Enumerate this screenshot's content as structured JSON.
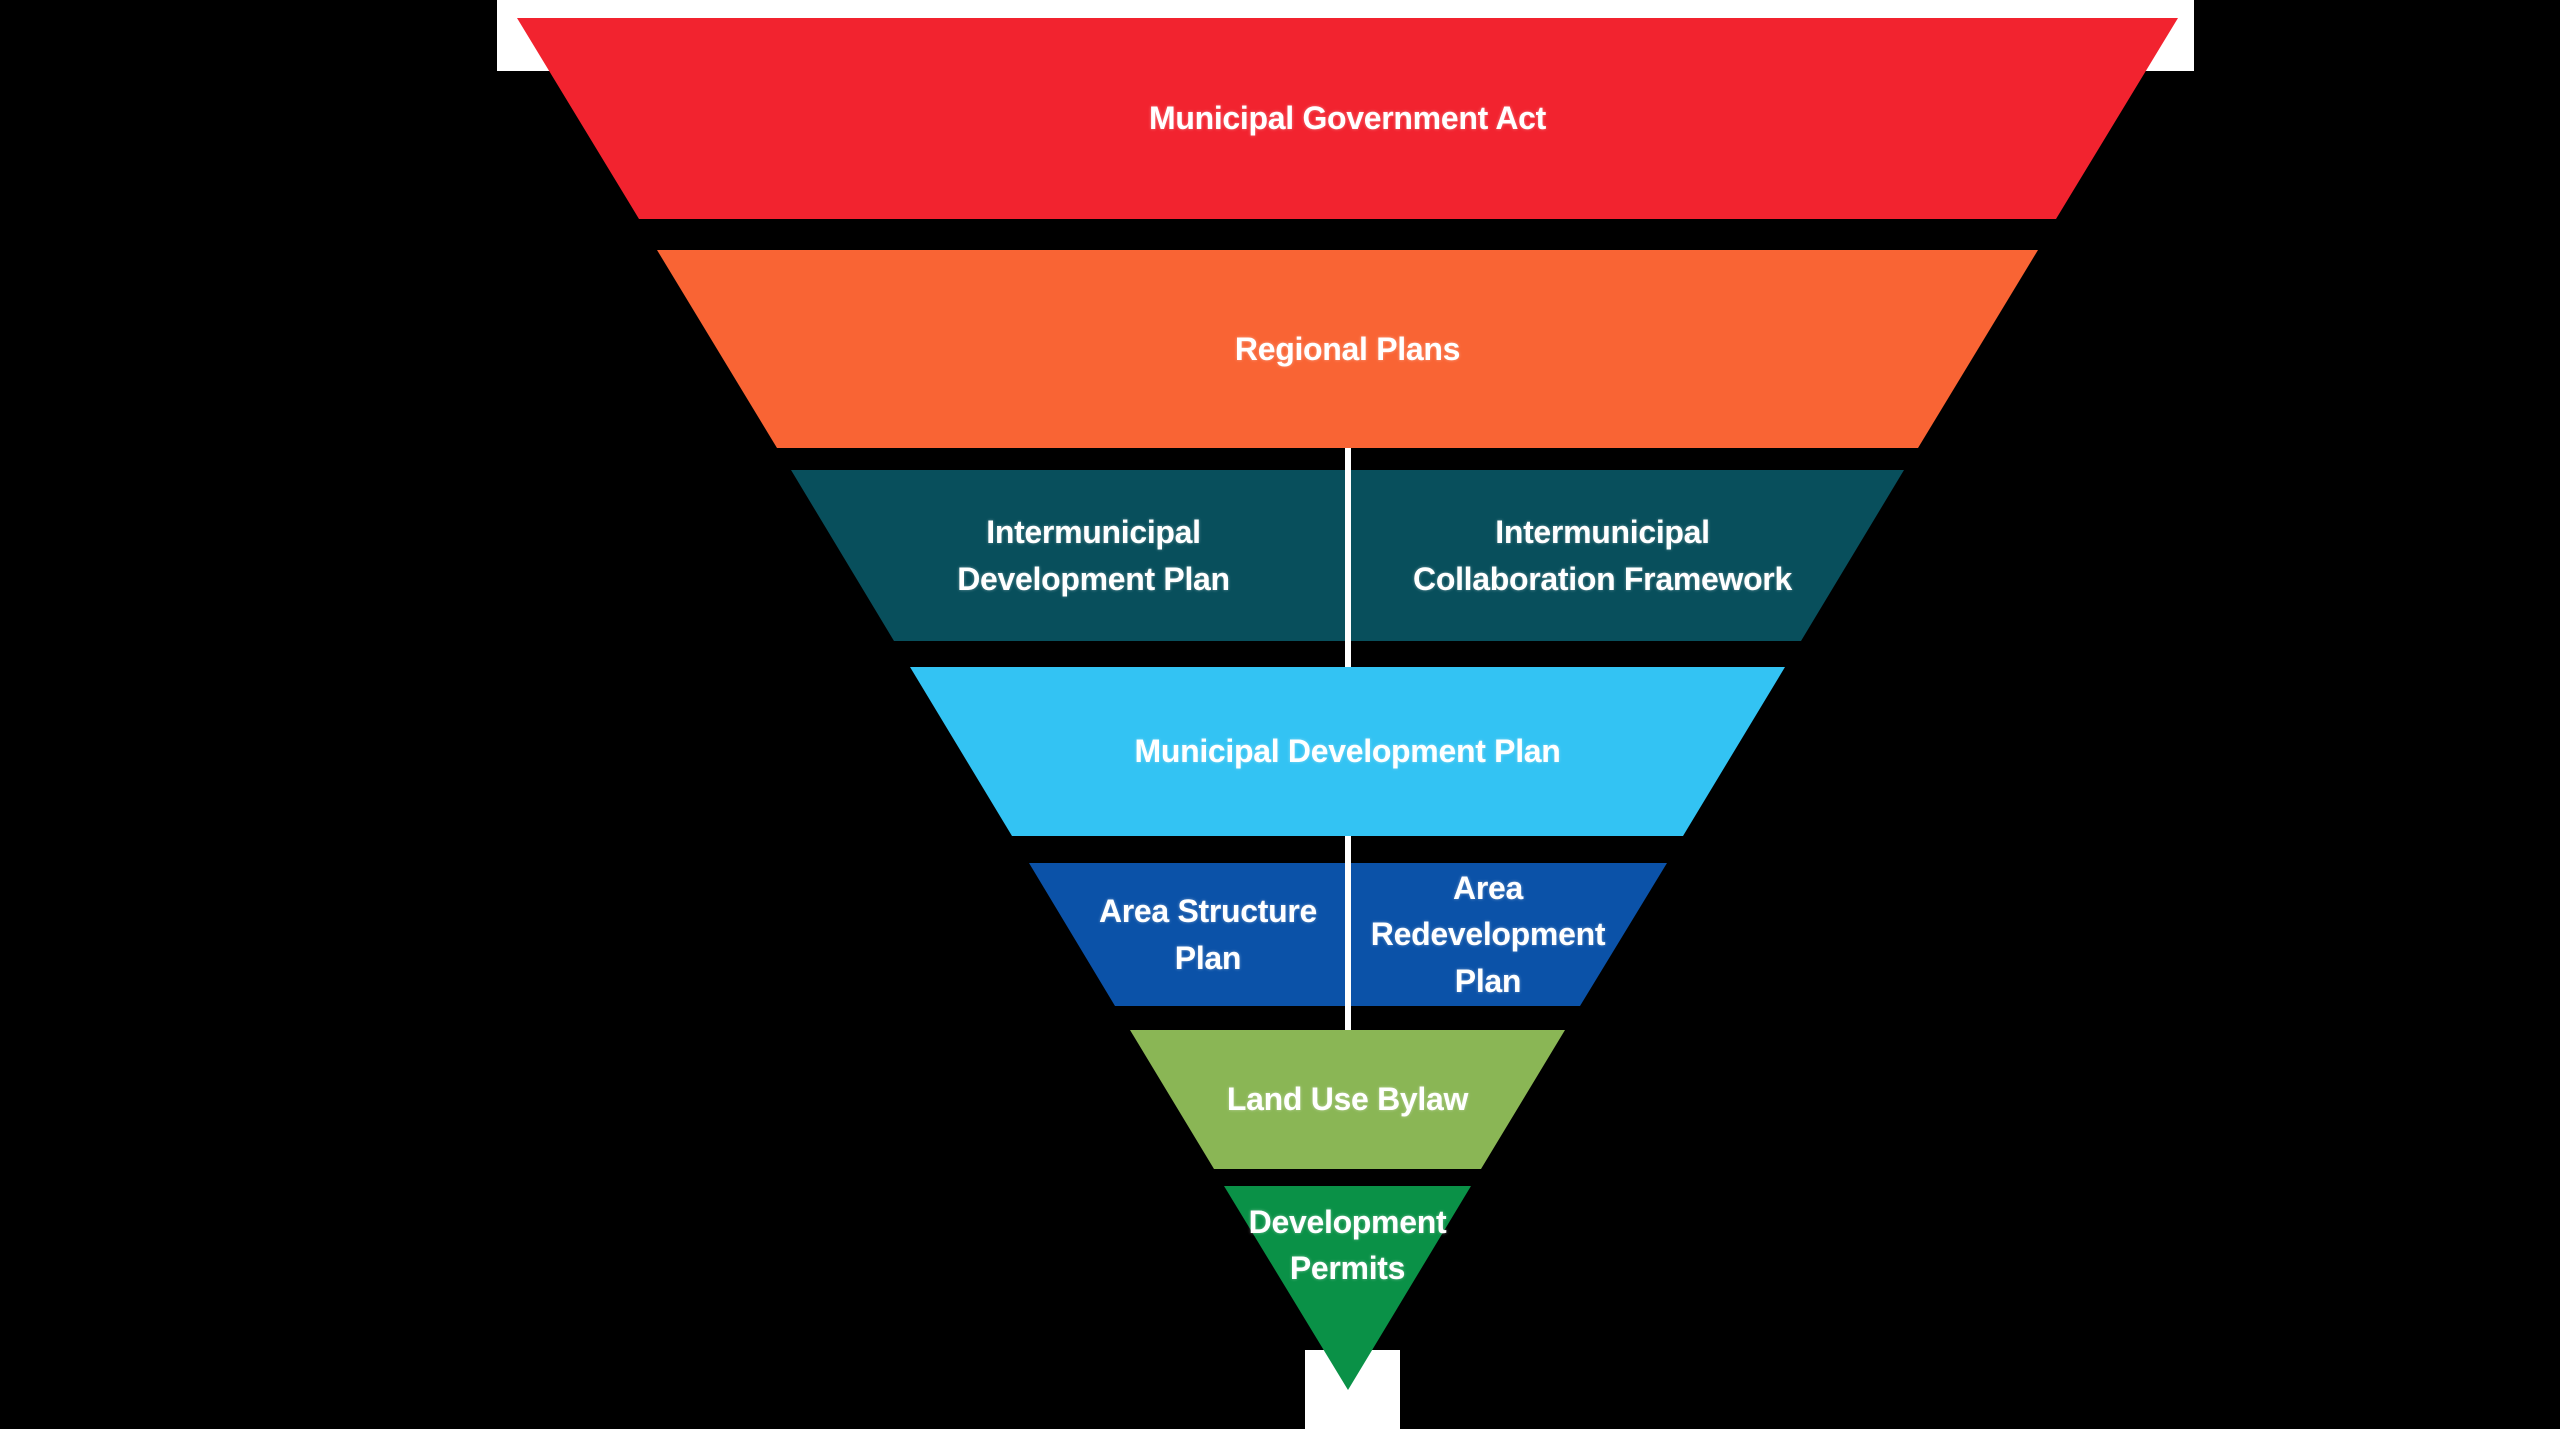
{
  "canvas": {
    "background_color": "#000000",
    "backdrop_color": "#ffffff",
    "text_color": "#ffffff",
    "divider_color": "#ffffff"
  },
  "pyramid": {
    "levels": [
      {
        "name": "municipal-government-act",
        "label": "Municipal Government Act",
        "color": "#f2232f",
        "split": false
      },
      {
        "name": "regional-plans",
        "label": "Regional Plans",
        "color": "#f96434",
        "split": false
      },
      {
        "name": "intermunicipal-plans",
        "color": "#084f5c",
        "split": true,
        "left_line1": "Intermunicipal",
        "left_line2": "Development Plan",
        "right_line1": "Intermunicipal",
        "right_line2": "Collaboration Framework"
      },
      {
        "name": "municipal-development-plan",
        "label": "Municipal Development Plan",
        "color": "#33c3f3",
        "split": false
      },
      {
        "name": "area-plans",
        "color": "#0b52a8",
        "split": true,
        "left_line1": "Area Structure",
        "left_line2": "Plan",
        "right_line1": "Area Redevelopment",
        "right_line2": "Plan"
      },
      {
        "name": "land-use-bylaw",
        "label": "Land Use Bylaw",
        "color": "#8ab655",
        "split": false
      },
      {
        "name": "development-permits",
        "color": "#0a9147",
        "split": false,
        "line1": "Development",
        "line2": "Permits"
      }
    ]
  }
}
